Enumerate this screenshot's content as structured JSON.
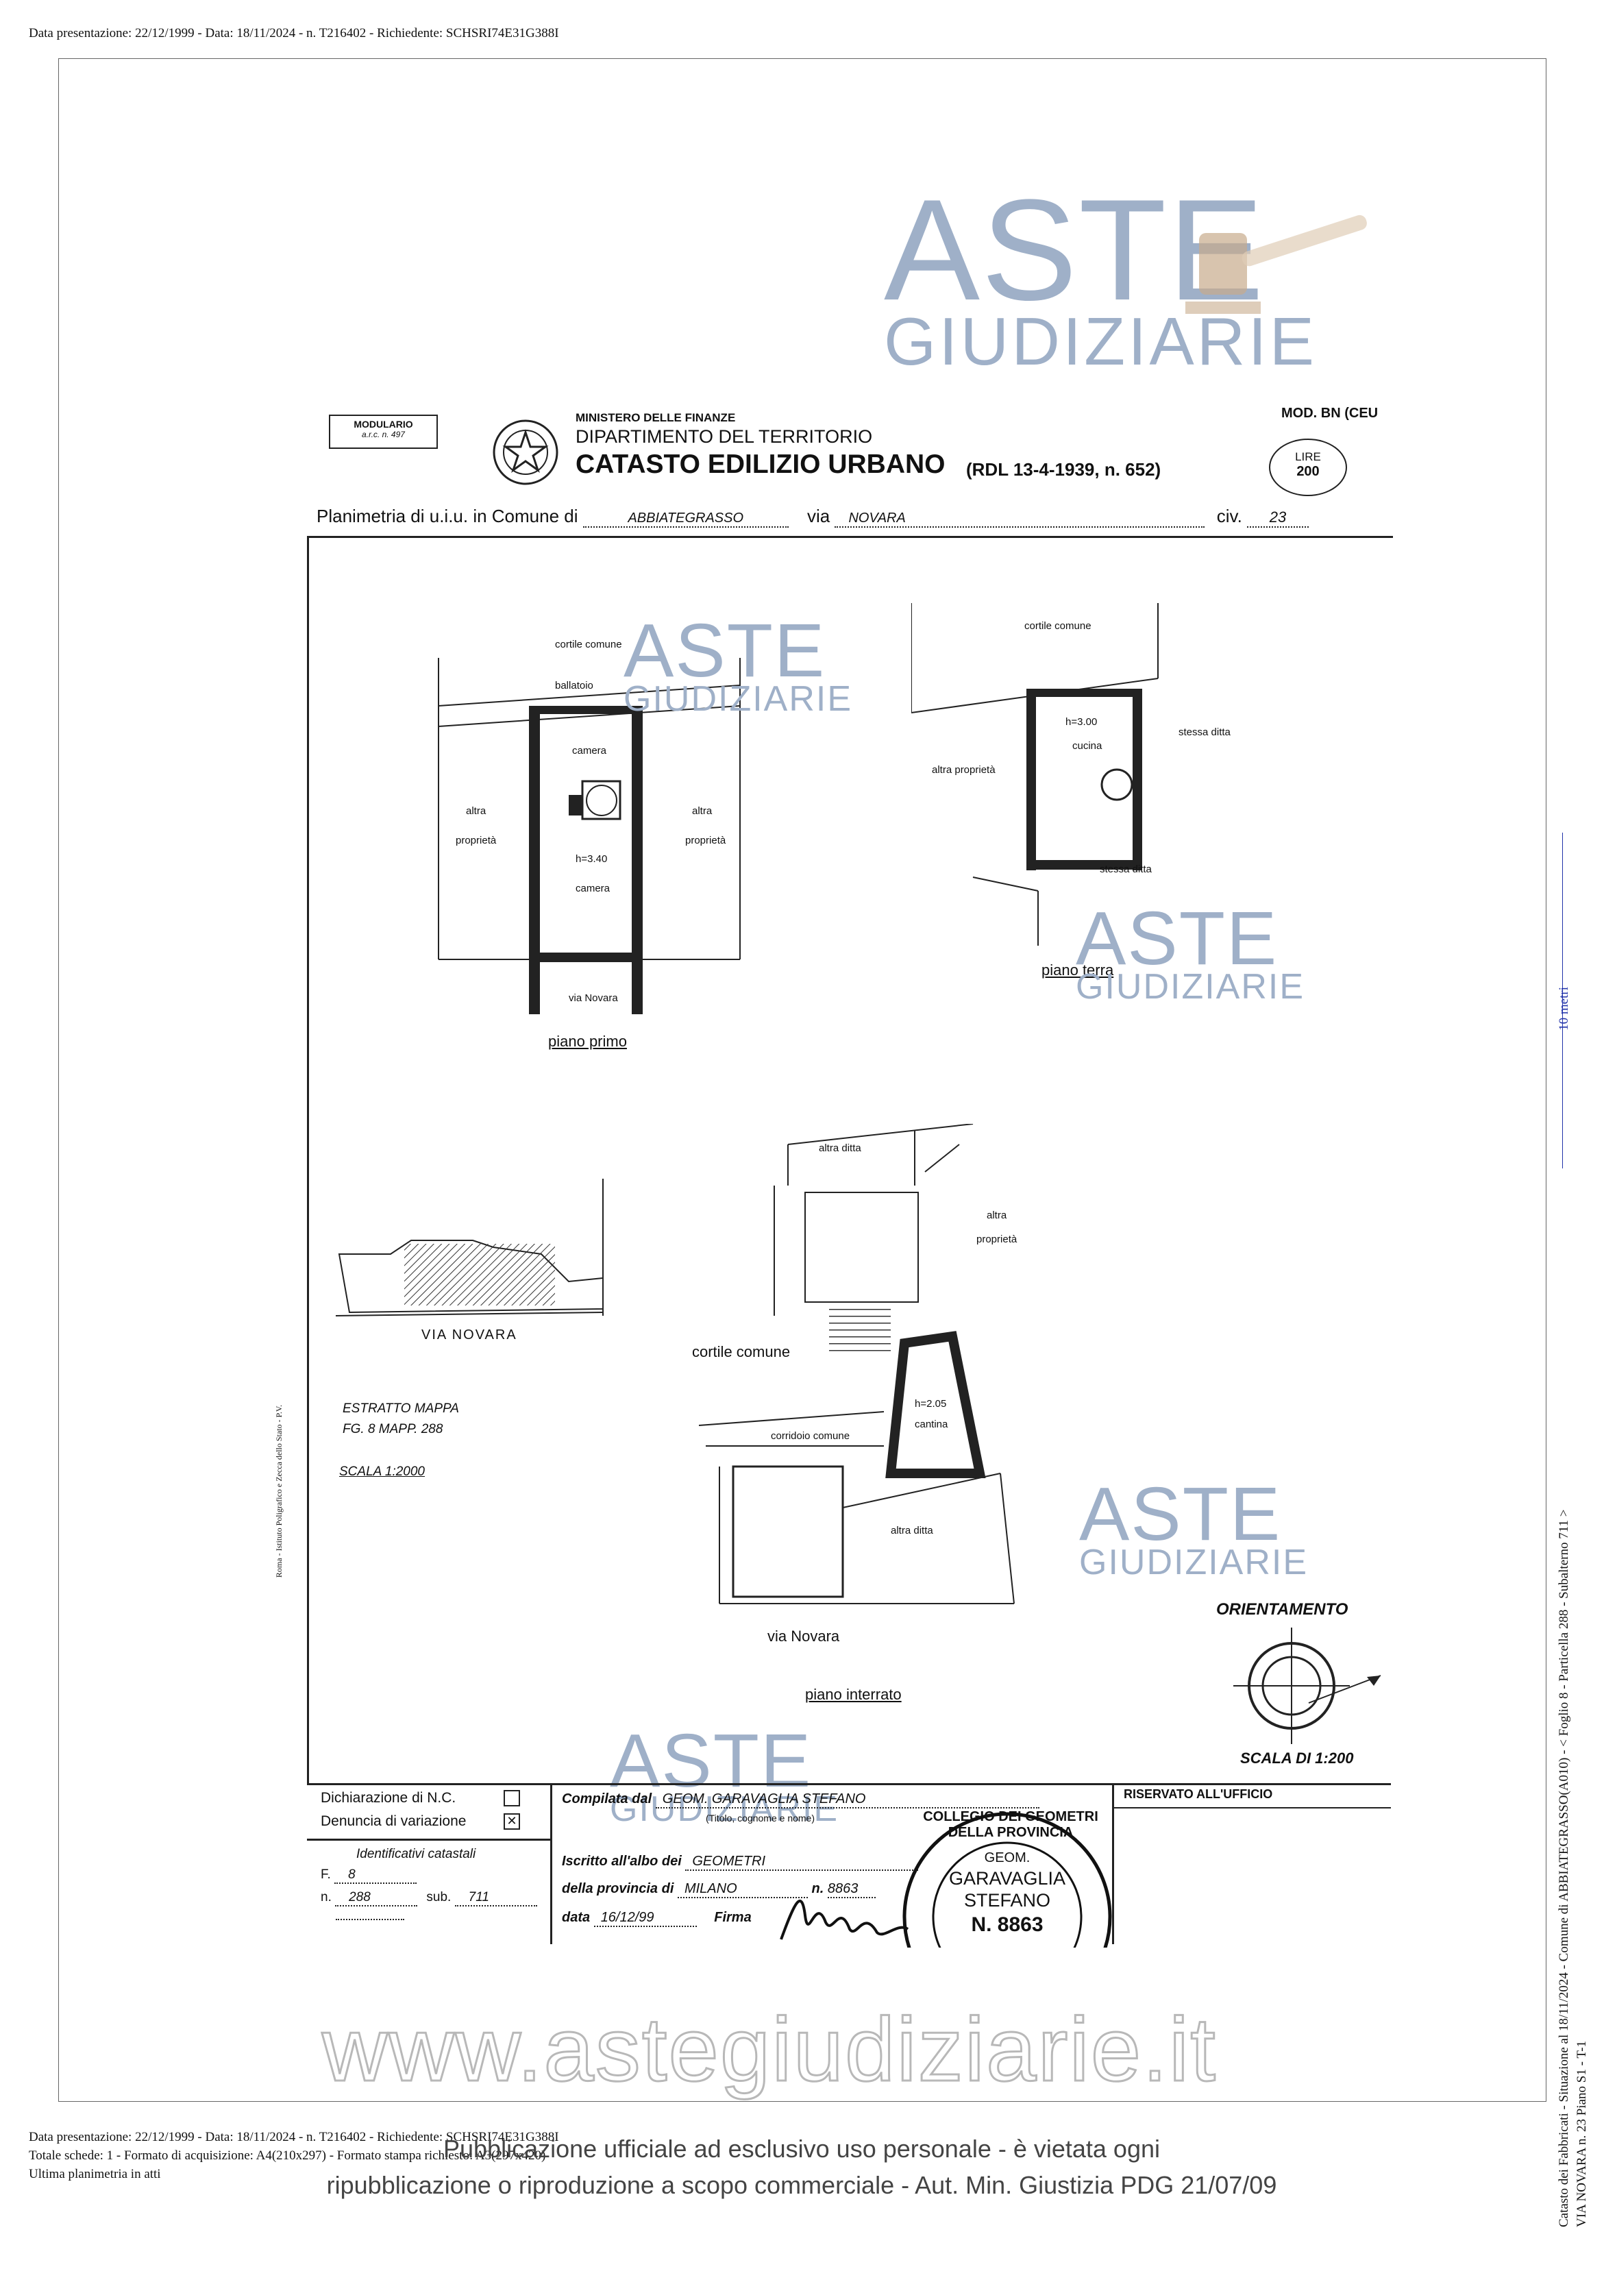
{
  "header": {
    "top_line": "Data presentazione: 22/12/1999 - Data: 18/11/2024 - n. T216402 - Richiedente: SCHSRI74E31G388I"
  },
  "watermark": {
    "big": "ASTE",
    "sub": "GIUDIZIARIE",
    "url": "www.astegiudiziarie.it",
    "pub_line1": "Pubblicazione ufficiale ad esclusivo uso personale - è vietata ogni",
    "pub_line2": "ripubblicazione o riproduzione a scopo commerciale - Aut. Min. Giustizia PDG 21/07/09"
  },
  "form": {
    "modulario": "MODULARIO",
    "modulario_sub": "a.r.c. n. 497",
    "ministry": "MINISTERO DELLE FINANZE",
    "department": "DIPARTIMENTO DEL TERRITORIO",
    "catasto": "CATASTO EDILIZIO URBANO",
    "rdl": "(RDL 13-4-1939, n. 652)",
    "mod": "MOD. BN (CEU",
    "lire_label": "LIRE",
    "lire_value": "200",
    "planimetria_label": "Planimetria di u.i.u. in Comune di",
    "comune_value": "ABBIATEGRASSO",
    "via_label": "via",
    "via_value": "NOVARA",
    "civ_label": "civ.",
    "civ_value": "23"
  },
  "plans": {
    "first_floor": {
      "cortile": "cortile comune",
      "ballatoio": "ballatoio",
      "camera_top": "camera",
      "altra_left": "altra",
      "prop_left": "proprietà",
      "altra_right": "altra",
      "prop_right": "proprietà",
      "height": "h=3.40",
      "camera_bottom": "camera",
      "street": "via Novara",
      "caption": "piano primo"
    },
    "ground_floor": {
      "cortile": "cortile comune",
      "height": "h=3.00",
      "cucina": "cucina",
      "stessa_ditta_right": "stessa ditta",
      "altra_proprieta": "altra proprietà",
      "stessa_ditta_bottom": "stessa ditta",
      "caption": "piano terra"
    },
    "basement": {
      "altra_ditta_top": "altra ditta",
      "altra": "altra",
      "proprieta": "proprietà",
      "cortile": "cortile comune",
      "height": "h=2.05",
      "cantina": "cantina",
      "corridoio": "corridoio comune",
      "altra_ditta_bottom": "altra ditta",
      "street": "via Novara",
      "caption": "piano interrato"
    },
    "map": {
      "street": "VIA NOVARA",
      "line1": "ESTRATTO MAPPA",
      "line2": "FG. 8 MAPP. 288",
      "scale": "SCALA 1:2000"
    },
    "orientation": "ORIENTAMENTO",
    "scale": "SCALA DI 1:200",
    "printer_note": "Roma - Istituto Poligrafico e Zecca dello Stato - P.V."
  },
  "footer_form": {
    "dichiarazione": "Dichiarazione di N.C.",
    "denuncia": "Denuncia di variazione",
    "identificativi": "Identificativi catastali",
    "f_label": "F.",
    "f_value": "8",
    "n_label": "n.",
    "n_value": "288",
    "sub_label": "sub.",
    "sub_value": "711",
    "compilata_label": "Compilata dal",
    "compilata_value": "GEOM. GARAVAGLIA STEFANO",
    "titolo_note": "(Titolo, cognome e nome)",
    "iscritto_label": "Iscritto all'albo dei",
    "iscritto_value": "GEOMETRI",
    "provincia_label": "della provincia di",
    "provincia_value": "MILANO",
    "n_albo_label": "n.",
    "n_albo_value": "8863",
    "data_label": "data",
    "data_value": "16/12/99",
    "firma_label": "Firma",
    "riservato": "RISERVATO ALL'UFFICIO",
    "stamp_ring": "COLLEGIO DEI GEOMETRI DELLA PROVINCIA",
    "stamp_geom": "GEOM.",
    "stamp_name1": "GARAVAGLIA",
    "stamp_name2": "STEFANO",
    "stamp_num": "N. 8863"
  },
  "side": {
    "ruler_label": "10 metri",
    "catasto_line1": "Catasto dei Fabbricati - Situazione al 18/11/2024 - Comune di ABBIATEGRASSO(A010) - <  Foglio 8 - Particella 288 - Subalterno 711 >",
    "catasto_line2": "VIA NOVARA n. 23 Piano S1 - T-1"
  },
  "bottom": {
    "line1": "Data presentazione: 22/12/1999 - Data: 18/11/2024 - n. T216402 - Richiedente: SCHSRI74E31G388I",
    "line2": "Totale schede: 1 - Formato di acquisizione: A4(210x297) - Formato stampa richiesto: A3(297x420)",
    "line3": "Ultima planimetria in atti"
  }
}
